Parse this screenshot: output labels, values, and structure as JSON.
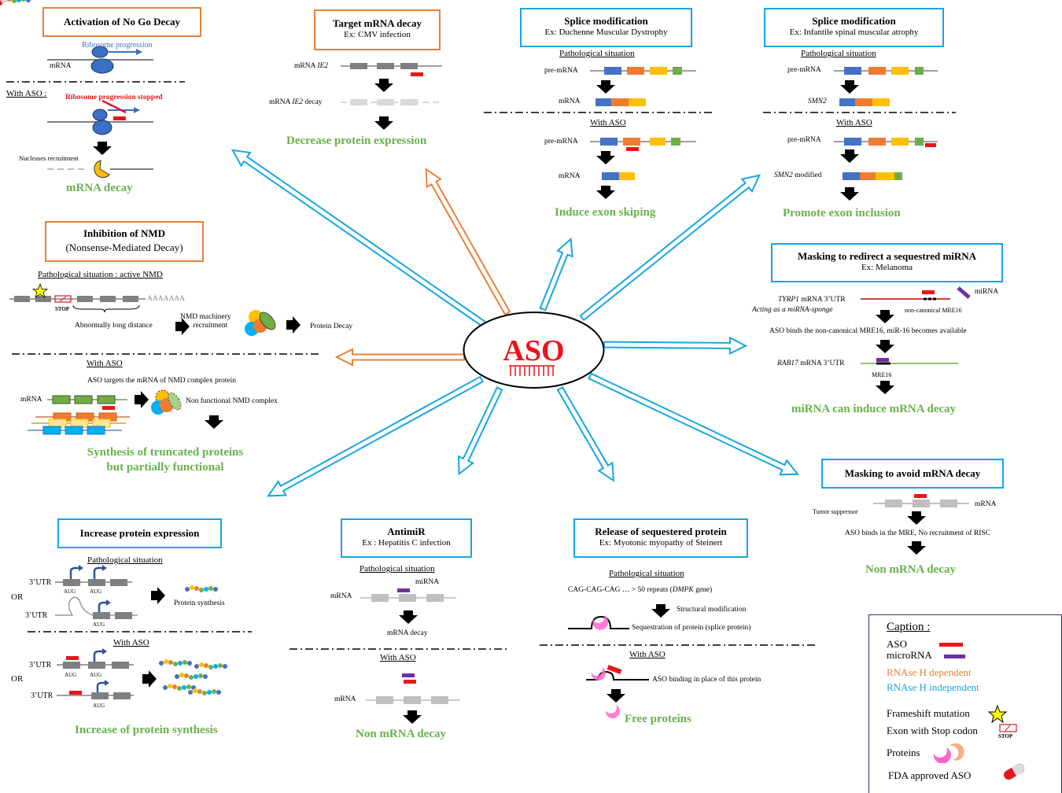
{
  "center": {
    "title": "ASO"
  },
  "colors": {
    "orange": "#e8803a",
    "blue": "#17a6e0",
    "green": "#6ab04c",
    "red": "#e8161b",
    "purple": "#6a2c91"
  },
  "nogo": {
    "title": "Activation of No Go Decay",
    "ribosome": "Ribosome progression",
    "mrna": "mRNA",
    "with_aso": "With ASO :",
    "stopped": "Ribosome progression stopped",
    "nucleases": "Nucleases recruitment",
    "result": "mRNA decay"
  },
  "target": {
    "title": "Target mRNA decay",
    "subtitle": "Ex: CMV infection",
    "mrna_pre": "mRNA ",
    "mrna_gene": "IE2",
    "decay_pre": "mRNA ",
    "decay_gene": "IE2",
    "decay_post": " decay",
    "result": "Decrease protein expression"
  },
  "splice1": {
    "title": "Splice modification",
    "subtitle": "Ex: Duchenne Muscular Dystrophy",
    "patho": "Pathological situation",
    "premrna": "pre-mRNA",
    "mrna": "mRNA",
    "with_aso": "With ASO",
    "premrna2": "pre-mRNA",
    "mrna2": "mRNA",
    "result": "Induce exon skiping"
  },
  "splice2": {
    "title": "Splice modification",
    "subtitle": "Ex: Infantile spinal muscular atrophy",
    "patho": "Pathological situation",
    "premrna": "pre-mRNA",
    "smn2": "SMN2",
    "with_aso": "With ASO",
    "premrna2": "pre-mRNA",
    "smn2b": "SMN2",
    "modified": " modified",
    "result": "Promote exon inclusion"
  },
  "nmd": {
    "title": "Inhibition of NMD",
    "subtitle": "(Nonsense-Mediated Decay)",
    "patho": "Pathological situation : active NMD",
    "polya": "AAAAAAA",
    "stop": "STOP",
    "distance": "Abnormally long distance",
    "machinery1": "NMD machinery",
    "machinery2": "recruitment",
    "protein_decay": "Protein Decay",
    "with_aso": "With ASO",
    "targets": "ASO targets the mRNA of NMD complex protein",
    "mrna": "mRNA",
    "nonfunctional": "Non functional NMD complex",
    "result1": "Synthesis of truncated proteins",
    "result2": "but partially functional"
  },
  "mask1": {
    "title": "Masking to redirect a sequestred miRNA",
    "subtitle": "Ex: Melanoma",
    "tyrp1": "TYRP1",
    "utr": " mRNA 3’UTR",
    "sponge": "Acting as a miRNA-sponge",
    "mirna": "miRNA",
    "noncanon": "non-canonical MRE16",
    "binds": "ASO binds  the non-canonical MRE16, miR-16 becomes available",
    "rab17": "RAB17",
    "utr2": " mRNA 3’UTR",
    "mre16": "MRE16",
    "result": "miRNA can induce mRNA decay"
  },
  "mask2": {
    "title": "Masking to avoid mRNA decay",
    "tumor": "Tumor suppressor",
    "mrna": "mRNA",
    "binds": "ASO binds in the MRE, No recruitment of RISC",
    "result": "Non mRNA decay"
  },
  "increase": {
    "title": "Increase protein expression",
    "patho": "Pathological situation",
    "utr": "3’UTR",
    "aug": "AUG",
    "or": "OR",
    "synthesis": "Protein synthesis",
    "with_aso": "With ASO",
    "result": "Increase of protein synthesis"
  },
  "antimir": {
    "title": "AntimiR",
    "subtitle": "Ex : Hepatitis C infection",
    "patho": "Pathological situation",
    "mirna": "miRNA",
    "mrna": "mRNA",
    "decay": "mRNA decay",
    "with_aso": "With ASO",
    "mrna2": "mRNA",
    "result": "Non mRNA decay"
  },
  "release": {
    "title": "Release of sequestered protein",
    "subtitle": "Ex: Myotonic myopathy of Steinert",
    "patho": "Pathological situation",
    "cag": "CAG-CAG-CAG … > 50 repeats (",
    "dmpk": "DMPK",
    "gene": " gene)",
    "structural": "Structural modification",
    "sequestration": "Sequestration of protein (splice protein)",
    "with_aso": "With ASO",
    "binding": "ASO binding in place of this protein",
    "result": "Free proteins"
  },
  "caption": {
    "title": "Caption :",
    "aso": "ASO",
    "microrna": "microRNA",
    "rnaseh_dep": "RNAse H dependent",
    "rnaseh_indep": "RNAse H independent",
    "frameshift": "Frameshift mutation",
    "exon_stop": "Exon with Stop codon",
    "stop": "STOP",
    "proteins": "Proteins",
    "fda": "FDA approved ASO"
  }
}
